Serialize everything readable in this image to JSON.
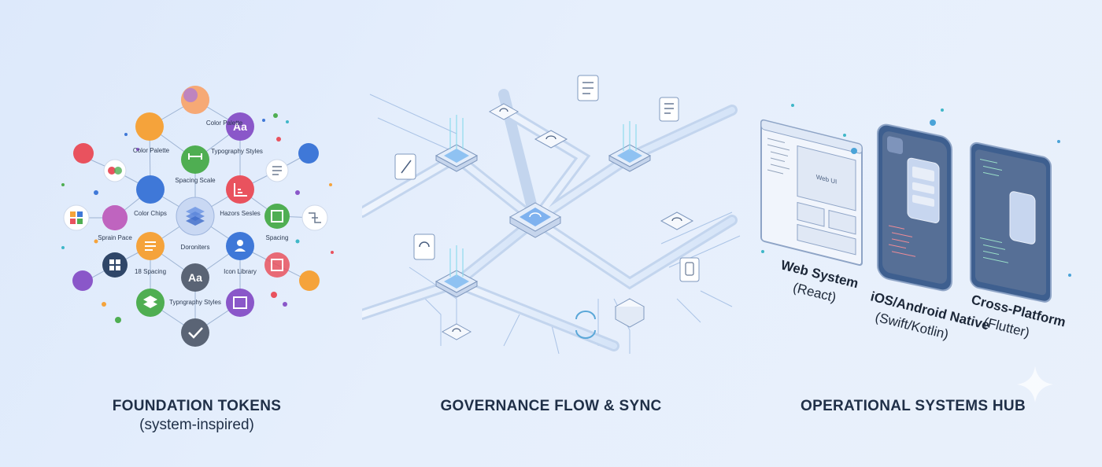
{
  "panels": {
    "foundation": {
      "title": "FOUNDATION TOKENS",
      "subtitle": "(system-inspired)",
      "labels": {
        "color_palette_top": "Color Palette",
        "color_palette_left": "Color Palette",
        "typography_styles_top": "Typography Styles",
        "spacing_scale": "Spacing Scale",
        "color_chips": "Color Chips",
        "hazors_sesles": "Hazors Sesles",
        "sprain_pace": "Sprain Pace",
        "doroniters": "Doroniters",
        "spacing_right": "Spacing",
        "spacing_18": "18 Spacing",
        "icon_library": "Icon Library",
        "typography_styles_bottom": "Typngraphy Styles"
      },
      "glyphs": {
        "aa": "Aa"
      }
    },
    "governance": {
      "title": "GOVERNANCE FLOW & SYNC"
    },
    "operational": {
      "title": "OPERATIONAL SYSTEMS HUB",
      "devices": [
        {
          "label": "Web System",
          "sub": "(React)",
          "screen_label": "Web UI"
        },
        {
          "label": "iOS/Android Native",
          "sub": "(Swift/Kotlin)"
        },
        {
          "label": "Cross-Platform",
          "sub": "(Flutter)"
        }
      ]
    }
  },
  "colors": {
    "background": "#e3edfb",
    "title": "#1f2f47",
    "orange": "#f5a33b",
    "purple": "#8a57c9",
    "green": "#4fae52",
    "blue": "#3f78d8",
    "red": "#e9525e",
    "gray": "#5a6475",
    "navy": "#2f4668",
    "teal": "#3fb7c8"
  }
}
